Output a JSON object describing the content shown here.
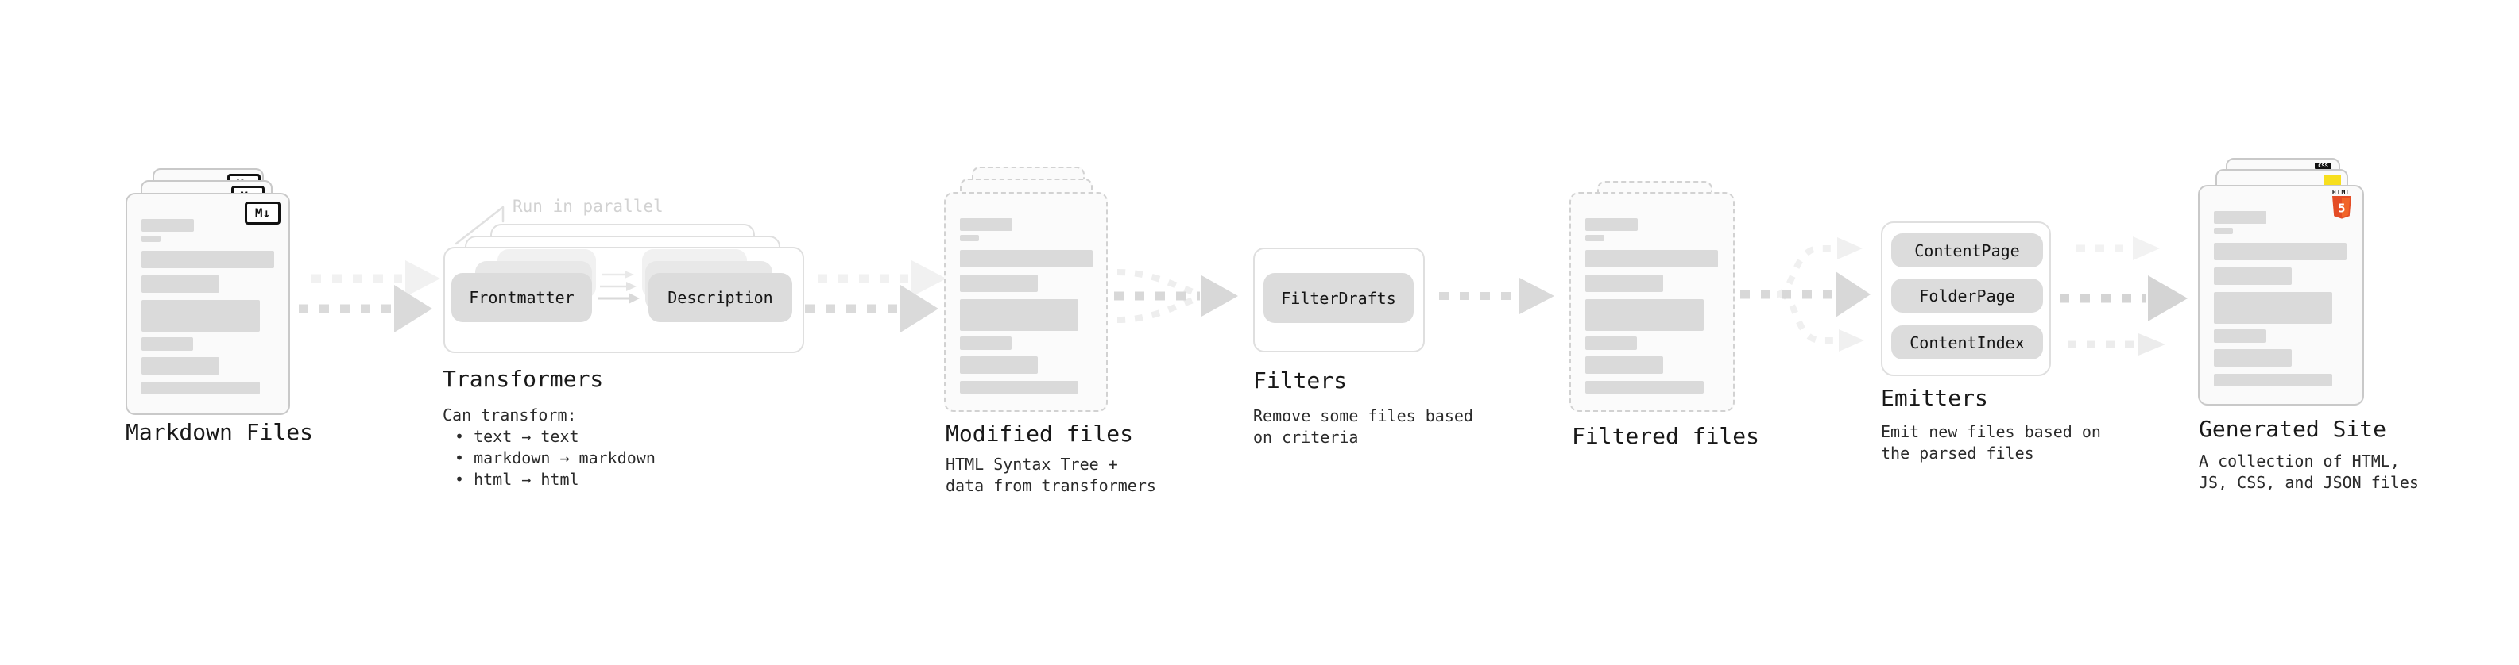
{
  "diagram": {
    "stage_markdown": {
      "label": "Markdown Files",
      "badge": "M↓"
    },
    "stage_transformers": {
      "annotation": "Run in parallel",
      "node_left": "Frontmatter",
      "node_right": "Description",
      "label": "Transformers",
      "desc_heading": "Can transform:",
      "bullets": [
        "• text → text",
        "• markdown → markdown",
        "• html → html"
      ]
    },
    "stage_modified": {
      "label": "Modified files",
      "desc": "HTML Syntax Tree +\ndata from transformers"
    },
    "stage_filters": {
      "node": "FilterDrafts",
      "label": "Filters",
      "desc": "Remove some files based\non criteria"
    },
    "stage_filtered": {
      "label": "Filtered files"
    },
    "stage_emitters": {
      "nodes": [
        "ContentPage",
        "FolderPage",
        "ContentIndex"
      ],
      "label": "Emitters",
      "desc": "Emit new files based on\nthe parsed files"
    },
    "stage_generated": {
      "label": "Generated Site",
      "desc": "A collection of HTML,\nJS, CSS, and JSON files",
      "badge_html_text": "HTML",
      "badge_html_number": "5",
      "badge_css": "CSS"
    },
    "colors": {
      "html5_orange": "#e44d26",
      "html5_orange_light": "#f16529",
      "js_yellow": "#f7df1e",
      "css_blue": "#2862e9",
      "arrow_gray": "#dadada",
      "bar_gray": "#dadada"
    }
  }
}
